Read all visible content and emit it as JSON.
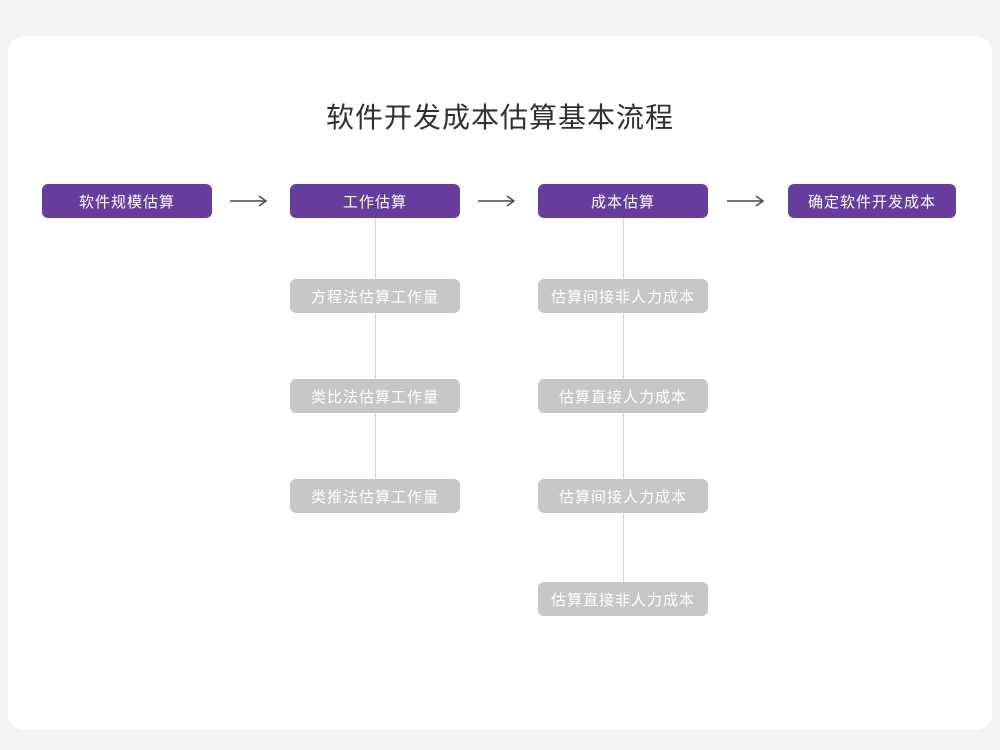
{
  "title": "软件开发成本估算基本流程",
  "colors": {
    "accent_purple": "#663d9c",
    "gray_node": "#c7c7c7",
    "connector": "#d4d4d4",
    "arrow": "#474747",
    "page_background": "#f3f3f4",
    "card_background": "#ffffff"
  },
  "main_nodes": [
    {
      "label": "软件规模估算"
    },
    {
      "label": "工作估算"
    },
    {
      "label": "成本估算"
    },
    {
      "label": "确定软件开发成本"
    }
  ],
  "work_sub_nodes": [
    {
      "label": "方程法估算工作量"
    },
    {
      "label": "类比法估算工作量"
    },
    {
      "label": "类推法估算工作量"
    }
  ],
  "cost_sub_nodes": [
    {
      "label": "估算间接非人力成本"
    },
    {
      "label": "估算直接人力成本"
    },
    {
      "label": "估算间接人力成本"
    },
    {
      "label": "估算直接非人力成本"
    }
  ]
}
